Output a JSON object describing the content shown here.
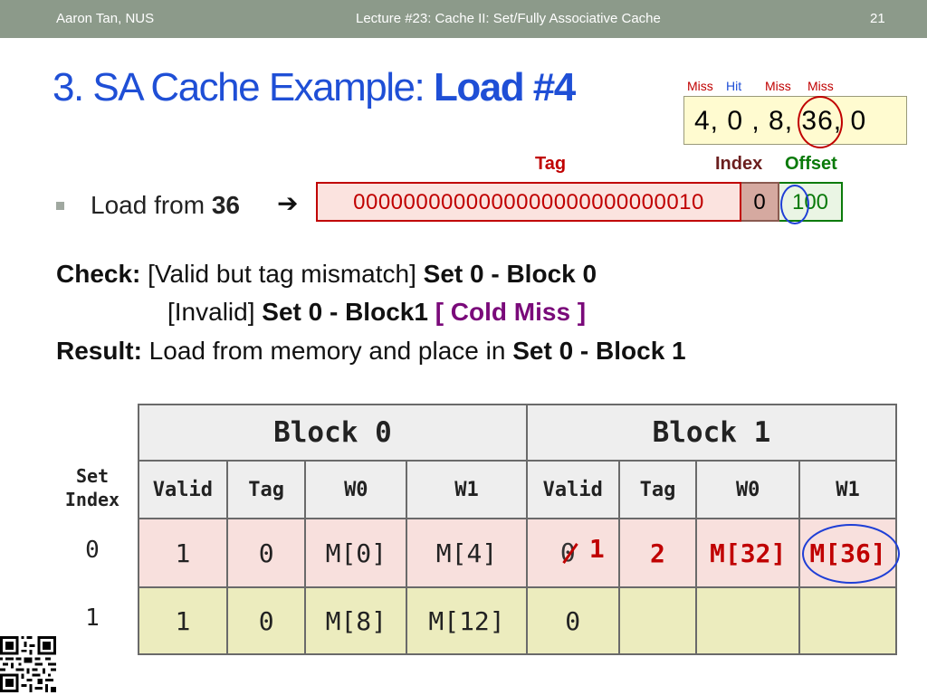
{
  "header": {
    "author": "Aaron Tan, NUS",
    "lecture": "Lecture #23: Cache II: Set/Fully Associative Cache",
    "page": "21"
  },
  "title": {
    "prefix": "3. SA Cache Example: ",
    "bold": "Load #4"
  },
  "sequence": {
    "labels": [
      "Miss",
      "Hit",
      "Miss",
      "Miss"
    ],
    "text": "4, 0 , 8, 36, 0"
  },
  "address": {
    "tag_label": "Tag",
    "index_label": "Index",
    "offset_label": "Offset",
    "tag": "0000000000000000000000000010",
    "index": "0",
    "offset": "100"
  },
  "load": {
    "label": "Load from ",
    "value": "36"
  },
  "check": {
    "label": "Check:",
    "line1_text": " [Valid but tag mismatch] ",
    "line1_bold": "Set 0 - Block 0",
    "line2_text": "[Invalid] ",
    "line2_bold": "Set 0 - Block1 ",
    "line2_status": "[ Cold Miss ]"
  },
  "result": {
    "label": "Result:",
    "text": " Load from memory and place in ",
    "bold": "Set 0 - Block 1"
  },
  "table": {
    "set_index_label": [
      "Set",
      "Index"
    ],
    "blocks": [
      "Block 0",
      "Block 1"
    ],
    "columns": [
      "Valid",
      "Tag",
      "W0",
      "W1",
      "Valid",
      "Tag",
      "W0",
      "W1"
    ],
    "rows": [
      {
        "index": "0",
        "b0": [
          "1",
          "0",
          "M[0]",
          "M[4]"
        ],
        "b1_valid_old": "0",
        "b1_valid_new": "1",
        "b1": [
          "2",
          "M[32]",
          "M[36]"
        ]
      },
      {
        "index": "1",
        "b0": [
          "1",
          "0",
          "M[8]",
          "M[12]"
        ],
        "b1_valid": "0",
        "b1": [
          "",
          "",
          ""
        ]
      }
    ]
  },
  "colors": {
    "title_blue": "#1f4fd6",
    "miss_red": "#c00000",
    "offset_green": "#0a7a0a",
    "cold_purple": "#7a0a7a"
  }
}
